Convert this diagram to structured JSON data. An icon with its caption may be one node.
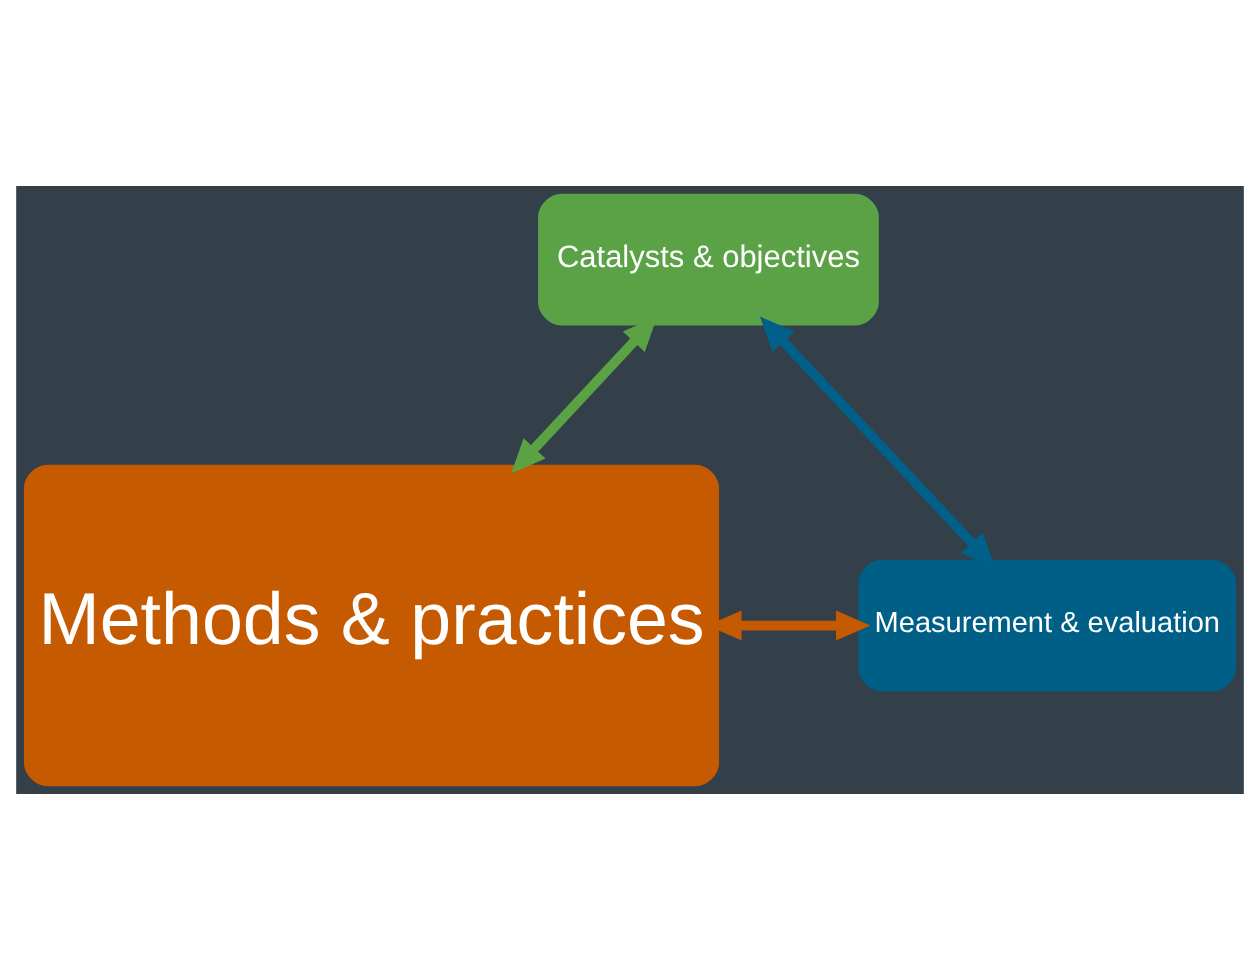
{
  "diagram": {
    "nodes": [
      {
        "text": [
          "Catalysts & objectives"
        ]
      },
      {
        "text": [
          "Measurement & evaluation"
        ]
      },
      {
        "text": [
          "Methods & practices"
        ]
      }
    ],
    "edges": [
      {
        "from": 1,
        "to": 0,
        "arrow": "both",
        "color": "#006089"
      },
      {
        "from": 0,
        "to": 2,
        "arrow": "both",
        "color": "#5ba244"
      },
      {
        "from": 1,
        "to": 2,
        "arrow": "both",
        "color": "#c55a00"
      }
    ]
  }
}
